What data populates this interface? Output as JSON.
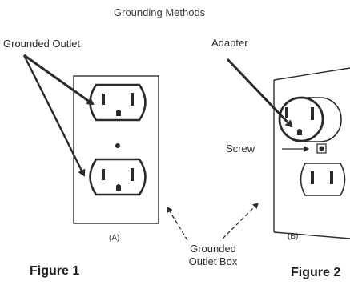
{
  "title": "Grounding Methods",
  "labels": {
    "grounded_outlet": "Grounded Outlet",
    "adapter": "Adapter",
    "screw": "Screw",
    "panel_a": "(A)",
    "panel_b": "(B)",
    "grounded_outlet_box_line1": "Grounded",
    "grounded_outlet_box_line2": "Outlet Box",
    "figure_1": "Figure 1",
    "figure_2": "Figure 2"
  },
  "colors": {
    "ink": "#2a2a2a",
    "background": "#ffffff"
  }
}
